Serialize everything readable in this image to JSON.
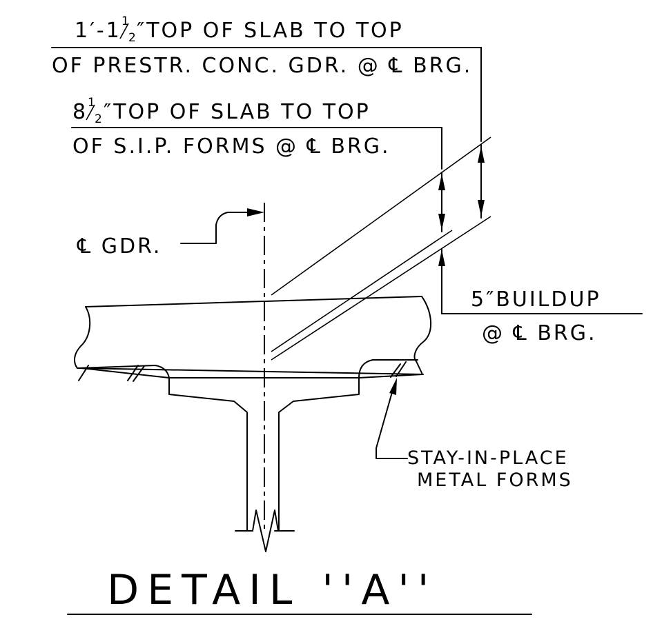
{
  "labels": {
    "note1_prefix": "1′-1",
    "note1_frac_num": "1",
    "note1_frac_den": "2",
    "note1_line1_rest": "″TOP OF SLAB TO TOP",
    "note1_line2": "OF PRESTR. CONC. GDR. @ ℄ BRG.",
    "note2_prefix": "8",
    "note2_frac_num": "1",
    "note2_frac_den": "2",
    "note2_line1_rest": "″TOP OF SLAB TO TOP",
    "note2_line2": "OF S.I.P. FORMS @ ℄ BRG.",
    "girder_cl": "℄ GDR.",
    "buildup_line1": "5″BUILDUP",
    "buildup_line2": "@ ℄ BRG.",
    "forms_line1": "STAY-IN-PLACE",
    "forms_line2": "METAL FORMS",
    "detail_title": "DETAIL ''A''"
  }
}
